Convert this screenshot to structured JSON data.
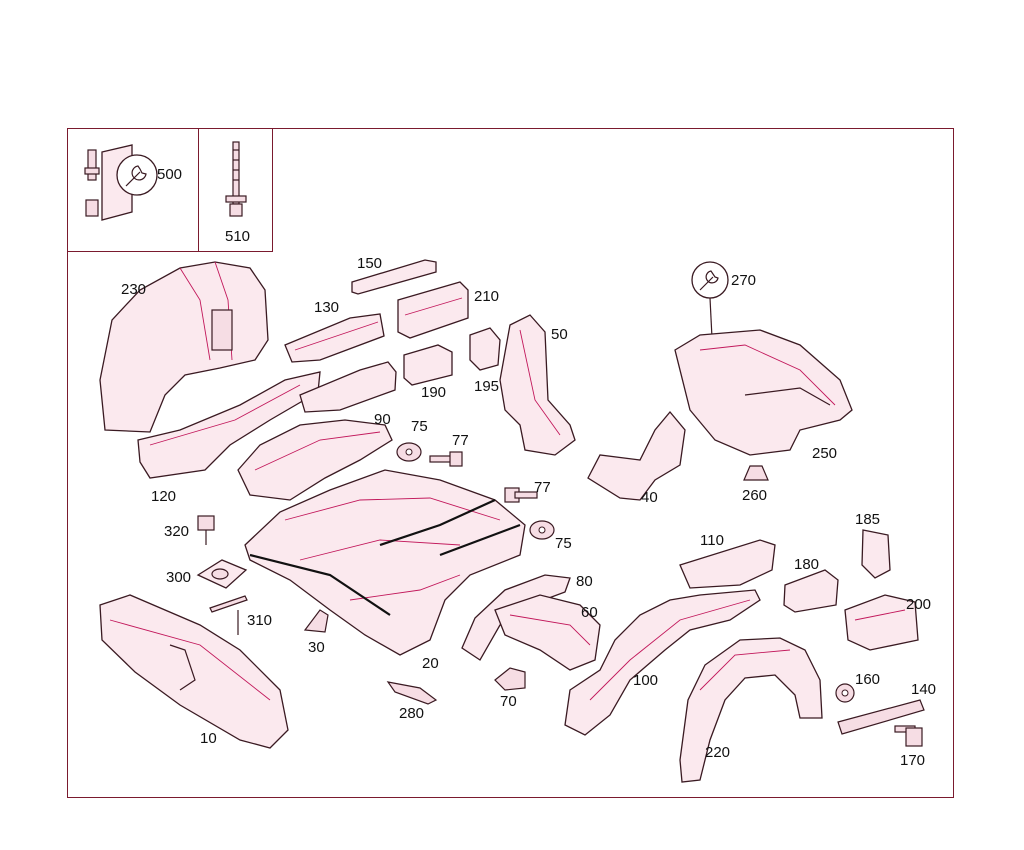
{
  "legend": {
    "tool_label": "500",
    "rivet_label": "510"
  },
  "labels": {
    "p10": "10",
    "p20": "20",
    "p30": "30",
    "p40": "40",
    "p50": "50",
    "p60": "60",
    "p70": "70",
    "p75a": "75",
    "p75b": "75",
    "p77a": "77",
    "p77b": "77",
    "p80": "80",
    "p90": "90",
    "p100": "100",
    "p110": "110",
    "p120": "120",
    "p130": "130",
    "p140": "140",
    "p150": "150",
    "p160": "160",
    "p170": "170",
    "p180": "180",
    "p185": "185",
    "p190": "190",
    "p195": "195",
    "p200": "200",
    "p210": "210",
    "p220": "220",
    "p230": "230",
    "p250": "250",
    "p260": "260",
    "p270": "270",
    "p280": "280",
    "p300": "300",
    "p310": "310",
    "p320": "320"
  },
  "colors": {
    "outline": "#7a1a2e",
    "part_fill": "#fbe9ee",
    "accent": "#c2185b"
  }
}
